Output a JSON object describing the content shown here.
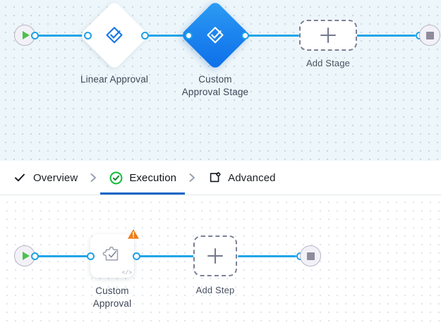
{
  "stage_canvas": {
    "name": "stage-flow-canvas",
    "background_color": "#edf6fa",
    "start_node": {
      "icon": "play-icon",
      "title": "Start"
    },
    "end_node": {
      "icon": "stop-icon",
      "title": "End"
    },
    "nodes": [
      {
        "id": "linear-approval",
        "label": "Linear Approval",
        "icon": "approval-stamp-icon",
        "selected": false
      },
      {
        "id": "custom-approval-stage",
        "label": "Custom\nApproval Stage",
        "icon": "approval-stamp-icon",
        "selected": true
      }
    ],
    "add_placeholder": {
      "label": "Add Stage",
      "icon": "plus-icon"
    }
  },
  "tabs": {
    "items": [
      {
        "id": "overview",
        "label": "Overview",
        "icon": "check-icon",
        "active": false
      },
      {
        "id": "execution",
        "label": "Execution",
        "icon": "check-circle-icon",
        "active": true
      },
      {
        "id": "advanced",
        "label": "Advanced",
        "icon": "window-gear-icon",
        "active": false
      }
    ],
    "separator_icon": "chevron-right-icon",
    "active_underline_color": "#1165c8",
    "active_check_color": "#19bf43"
  },
  "step_canvas": {
    "name": "step-flow-canvas",
    "background_color": "#ffffff",
    "start_node": {
      "icon": "play-icon",
      "title": "Start"
    },
    "end_node": {
      "icon": "stop-icon",
      "title": "End"
    },
    "nodes": [
      {
        "id": "custom-approval",
        "label": "Custom\nApproval",
        "icon": "custom-approval-script-icon",
        "warning_icon": "warning-triangle-icon",
        "code_badge": "</>"
      }
    ],
    "add_placeholder": {
      "label": "Add Step",
      "icon": "plus-icon"
    }
  },
  "colors": {
    "edge": "#21a5e8",
    "port_ring": "#1ea0e6",
    "selected_node": "#1080ee",
    "warning": "#f07c16",
    "start": "#4cc14c",
    "stop": "#8d8b9c"
  }
}
